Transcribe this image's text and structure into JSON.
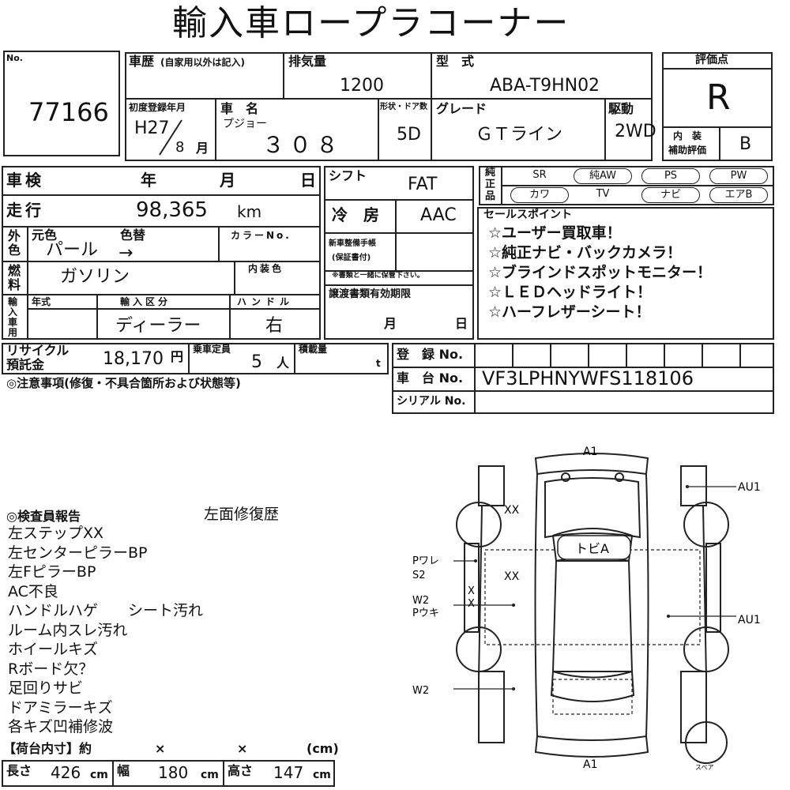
{
  "header": {
    "title": "輸入車ロープラコーナー"
  },
  "lot": {
    "no_label": "No.",
    "number": "77166"
  },
  "history": {
    "label": "車歴",
    "note": "(自家用以外は記入)"
  },
  "displacement": {
    "label": "排気量",
    "value": "1200"
  },
  "model_type": {
    "label": "型　式",
    "value": "ABA-T9HN02"
  },
  "rating": {
    "label": "評価点",
    "value": "R",
    "interior_label_1": "内　装",
    "interior_label_2": "補助評価",
    "interior_value": "B"
  },
  "first_reg": {
    "label": "初度登録年月",
    "era_year": "H27",
    "month": "8",
    "month_unit": "月"
  },
  "car_name": {
    "label": "車　名",
    "maker": "プジョー",
    "model": "３０８"
  },
  "body": {
    "label": "形状・ドア数",
    "value": "5D"
  },
  "grade": {
    "label": "グレード",
    "value": "ＧＴライン"
  },
  "drive": {
    "label": "駆動",
    "value": "2WD"
  },
  "inspection": {
    "label": "車検",
    "year": "年",
    "month": "月",
    "day": "日"
  },
  "mileage": {
    "label": "走行",
    "value": "98,365",
    "unit": "km"
  },
  "shift": {
    "label": "シフト",
    "value": "FAT"
  },
  "aircon": {
    "label": "冷　房",
    "value": "AAC"
  },
  "equipment": {
    "label": "純正品",
    "items": [
      "SR",
      "純AW",
      "PS",
      "PW",
      "カワ",
      "TV",
      "ナビ",
      "エアB"
    ],
    "circled": [
      "純AW",
      "PS",
      "PW",
      "カワ",
      "ナビ",
      "エアB"
    ]
  },
  "color": {
    "label_side": "外色",
    "orig_label": "元色",
    "orig_value": "パール",
    "change_label": "色替",
    "change_value": "→",
    "code_label": "カラーNo."
  },
  "fuel": {
    "label": "燃料",
    "value": "ガソリン",
    "interior_color_label": "内装色"
  },
  "maintenance": {
    "label_1": "新車整備手帳",
    "label_2": "(保証書付)",
    "note": "※書類と一緒に保管下さい。"
  },
  "import": {
    "label": "輸入車用",
    "year_label": "年式",
    "class_label": "輸入区分",
    "class_value": "ディーラー",
    "handle_label": "ハンドル",
    "handle_value": "右"
  },
  "transfer": {
    "label": "譲渡書類有効期限",
    "month": "月",
    "day": "日"
  },
  "sales_points": {
    "label": "セールスポイント",
    "items": [
      "☆ユーザー買取車！",
      "☆純正ナビ・バックカメラ！",
      "☆ブラインドスポットモニター！",
      "☆ＬＥＤヘッドライト！",
      "☆ハーフレザーシート！"
    ]
  },
  "recycle": {
    "label_1": "リサイクル",
    "label_2": "預託金",
    "value": "18,170",
    "unit": "円"
  },
  "capacity": {
    "label": "乗車定員",
    "value": "5",
    "unit": "人"
  },
  "load": {
    "label": "積載量",
    "unit": "t"
  },
  "registration": {
    "reg_label": "登　録 No.",
    "chassis_label": "車　台 No.",
    "chassis_value": "VF3LPHNYWFS118106",
    "serial_label": "シリアル No."
  },
  "notice": {
    "label": "◎注意事項(修復・不具合箇所および状態等)"
  },
  "report": {
    "label": "◎検査員報告",
    "side_note": "左面修復歴",
    "lines": [
      "左ステップXX",
      "左センターピラーBP",
      "左FピラーBP",
      "AC不良",
      "ハンドルハゲ　　シート汚れ",
      "ルーム内スレ汚れ",
      "ホイールキズ",
      "Rボード欠？",
      "足回りサビ",
      "ドアミラーキズ",
      "各キズ凹補修波"
    ]
  },
  "load_dims": {
    "label": "【荷台内寸】約",
    "x1": "×",
    "x2": "×",
    "unit_paren": "(cm)"
  },
  "dimensions": {
    "length_label": "長さ",
    "length": "426",
    "width_label": "幅",
    "width": "180",
    "height_label": "高さ",
    "height": "147",
    "unit": "cm"
  },
  "diagram": {
    "front": "A1",
    "rear": "A1",
    "right_front": "AU1",
    "right_mid": "AU1",
    "roof": "トビA",
    "left_front_mark": "XX",
    "floor_mark": "XX",
    "left_labels": [
      "Pワレ",
      "S2",
      "W2",
      "Pウキ",
      "W2"
    ],
    "step_marks": [
      "X",
      "X"
    ],
    "spare": "スペア"
  }
}
